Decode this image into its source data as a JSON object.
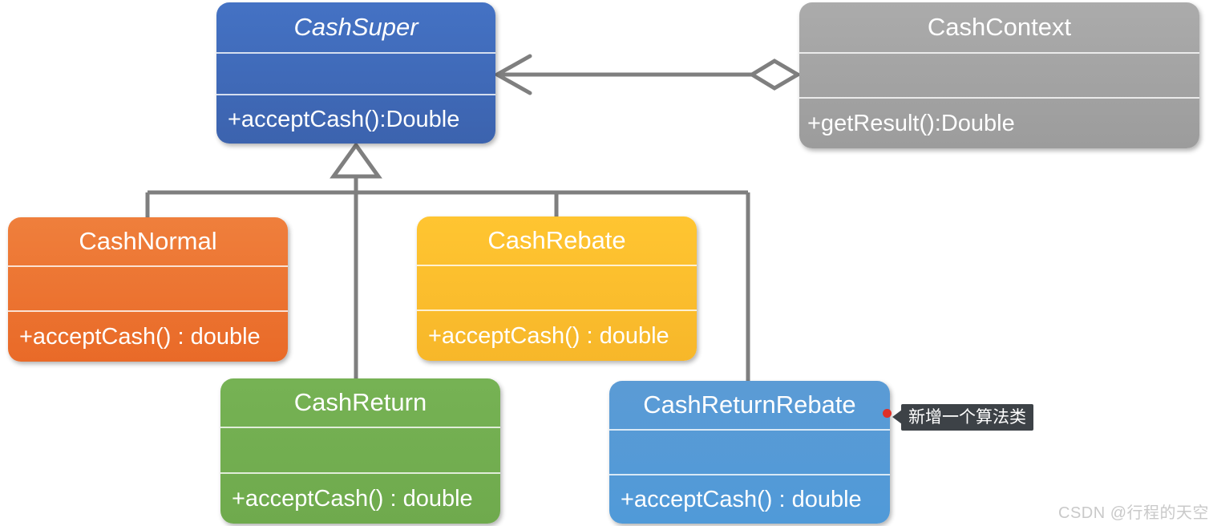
{
  "diagram": {
    "type": "uml-class-diagram",
    "background": "#ffffff",
    "classes": [
      {
        "id": "cash-super",
        "name": "CashSuper",
        "abstract": true,
        "attributes": [],
        "operations": [
          "+acceptCash():Double"
        ],
        "color": "#4472C4"
      },
      {
        "id": "cash-context",
        "name": "CashContext",
        "abstract": false,
        "attributes": [],
        "operations": [
          "+getResult():Double"
        ],
        "color": "#ABABAB"
      },
      {
        "id": "cash-normal",
        "name": "CashNormal",
        "abstract": false,
        "attributes": [],
        "operations": [
          "+acceptCash() : double"
        ],
        "color": "#EF7F3C"
      },
      {
        "id": "cash-rebate",
        "name": "CashRebate",
        "abstract": false,
        "attributes": [],
        "operations": [
          "+acceptCash() : double"
        ],
        "color": "#FFC531"
      },
      {
        "id": "cash-return",
        "name": "CashReturn",
        "abstract": false,
        "attributes": [],
        "operations": [
          "+acceptCash() : double"
        ],
        "color": "#76B254"
      },
      {
        "id": "cash-return-rebate",
        "name": "CashReturnRebate",
        "abstract": false,
        "attributes": [],
        "operations": [
          "+acceptCash() : double"
        ],
        "color": "#5B9BD5"
      }
    ],
    "relationships": [
      {
        "id": "rel-aggregation",
        "kind": "aggregation",
        "from": "cash-context",
        "to": "cash-super",
        "label": ""
      },
      {
        "id": "rel-gen-normal",
        "kind": "generalization",
        "from": "cash-normal",
        "to": "cash-super",
        "label": ""
      },
      {
        "id": "rel-gen-rebate",
        "kind": "generalization",
        "from": "cash-rebate",
        "to": "cash-super",
        "label": ""
      },
      {
        "id": "rel-gen-return",
        "kind": "generalization",
        "from": "cash-return",
        "to": "cash-super",
        "label": ""
      },
      {
        "id": "rel-gen-return-rebate",
        "kind": "generalization",
        "from": "cash-return-rebate",
        "to": "cash-super",
        "label": ""
      }
    ],
    "line_color": "#7F7F7F"
  },
  "annotation": {
    "text": "新增一个算法类",
    "target": "cash-return-rebate",
    "marker_color": "#E03028",
    "background": "#3D4247",
    "text_color": "#FFFFFF"
  },
  "watermark": {
    "text": "CSDN @行程的天空",
    "color": "#C9C9C9"
  }
}
